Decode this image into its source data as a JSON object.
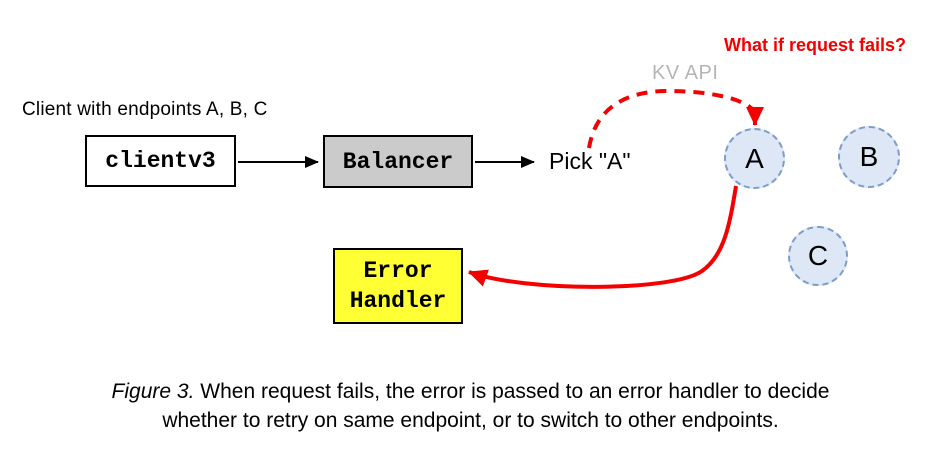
{
  "diagram": {
    "client_note": "Client with endpoints A, B, C",
    "question": "What if request fails?",
    "api_label": "KV API",
    "pick_label": "Pick \"A\"",
    "client_box_label": "clientv3",
    "balancer_box_label": "Balancer",
    "error_handler": {
      "line1": "Error",
      "line2": "Handler"
    },
    "endpoints": [
      {
        "label": "A"
      },
      {
        "label": "B"
      },
      {
        "label": "C"
      }
    ]
  },
  "caption": {
    "figure_label": "Figure 3.",
    "line1": "When request fails, the error is passed to an error handler to decide",
    "line2": "whether to retry on same endpoint, or to switch to other endpoints."
  },
  "colors": {
    "alert_red": "#f40000",
    "muted_gray_label": "#b5b5b5",
    "balancer_fill": "#cbcbcb",
    "endpoint_fill": "#dde7f6",
    "endpoint_border": "#7d9cc9",
    "error_handler_fill": "#ffff33",
    "box_border": "#000000"
  }
}
